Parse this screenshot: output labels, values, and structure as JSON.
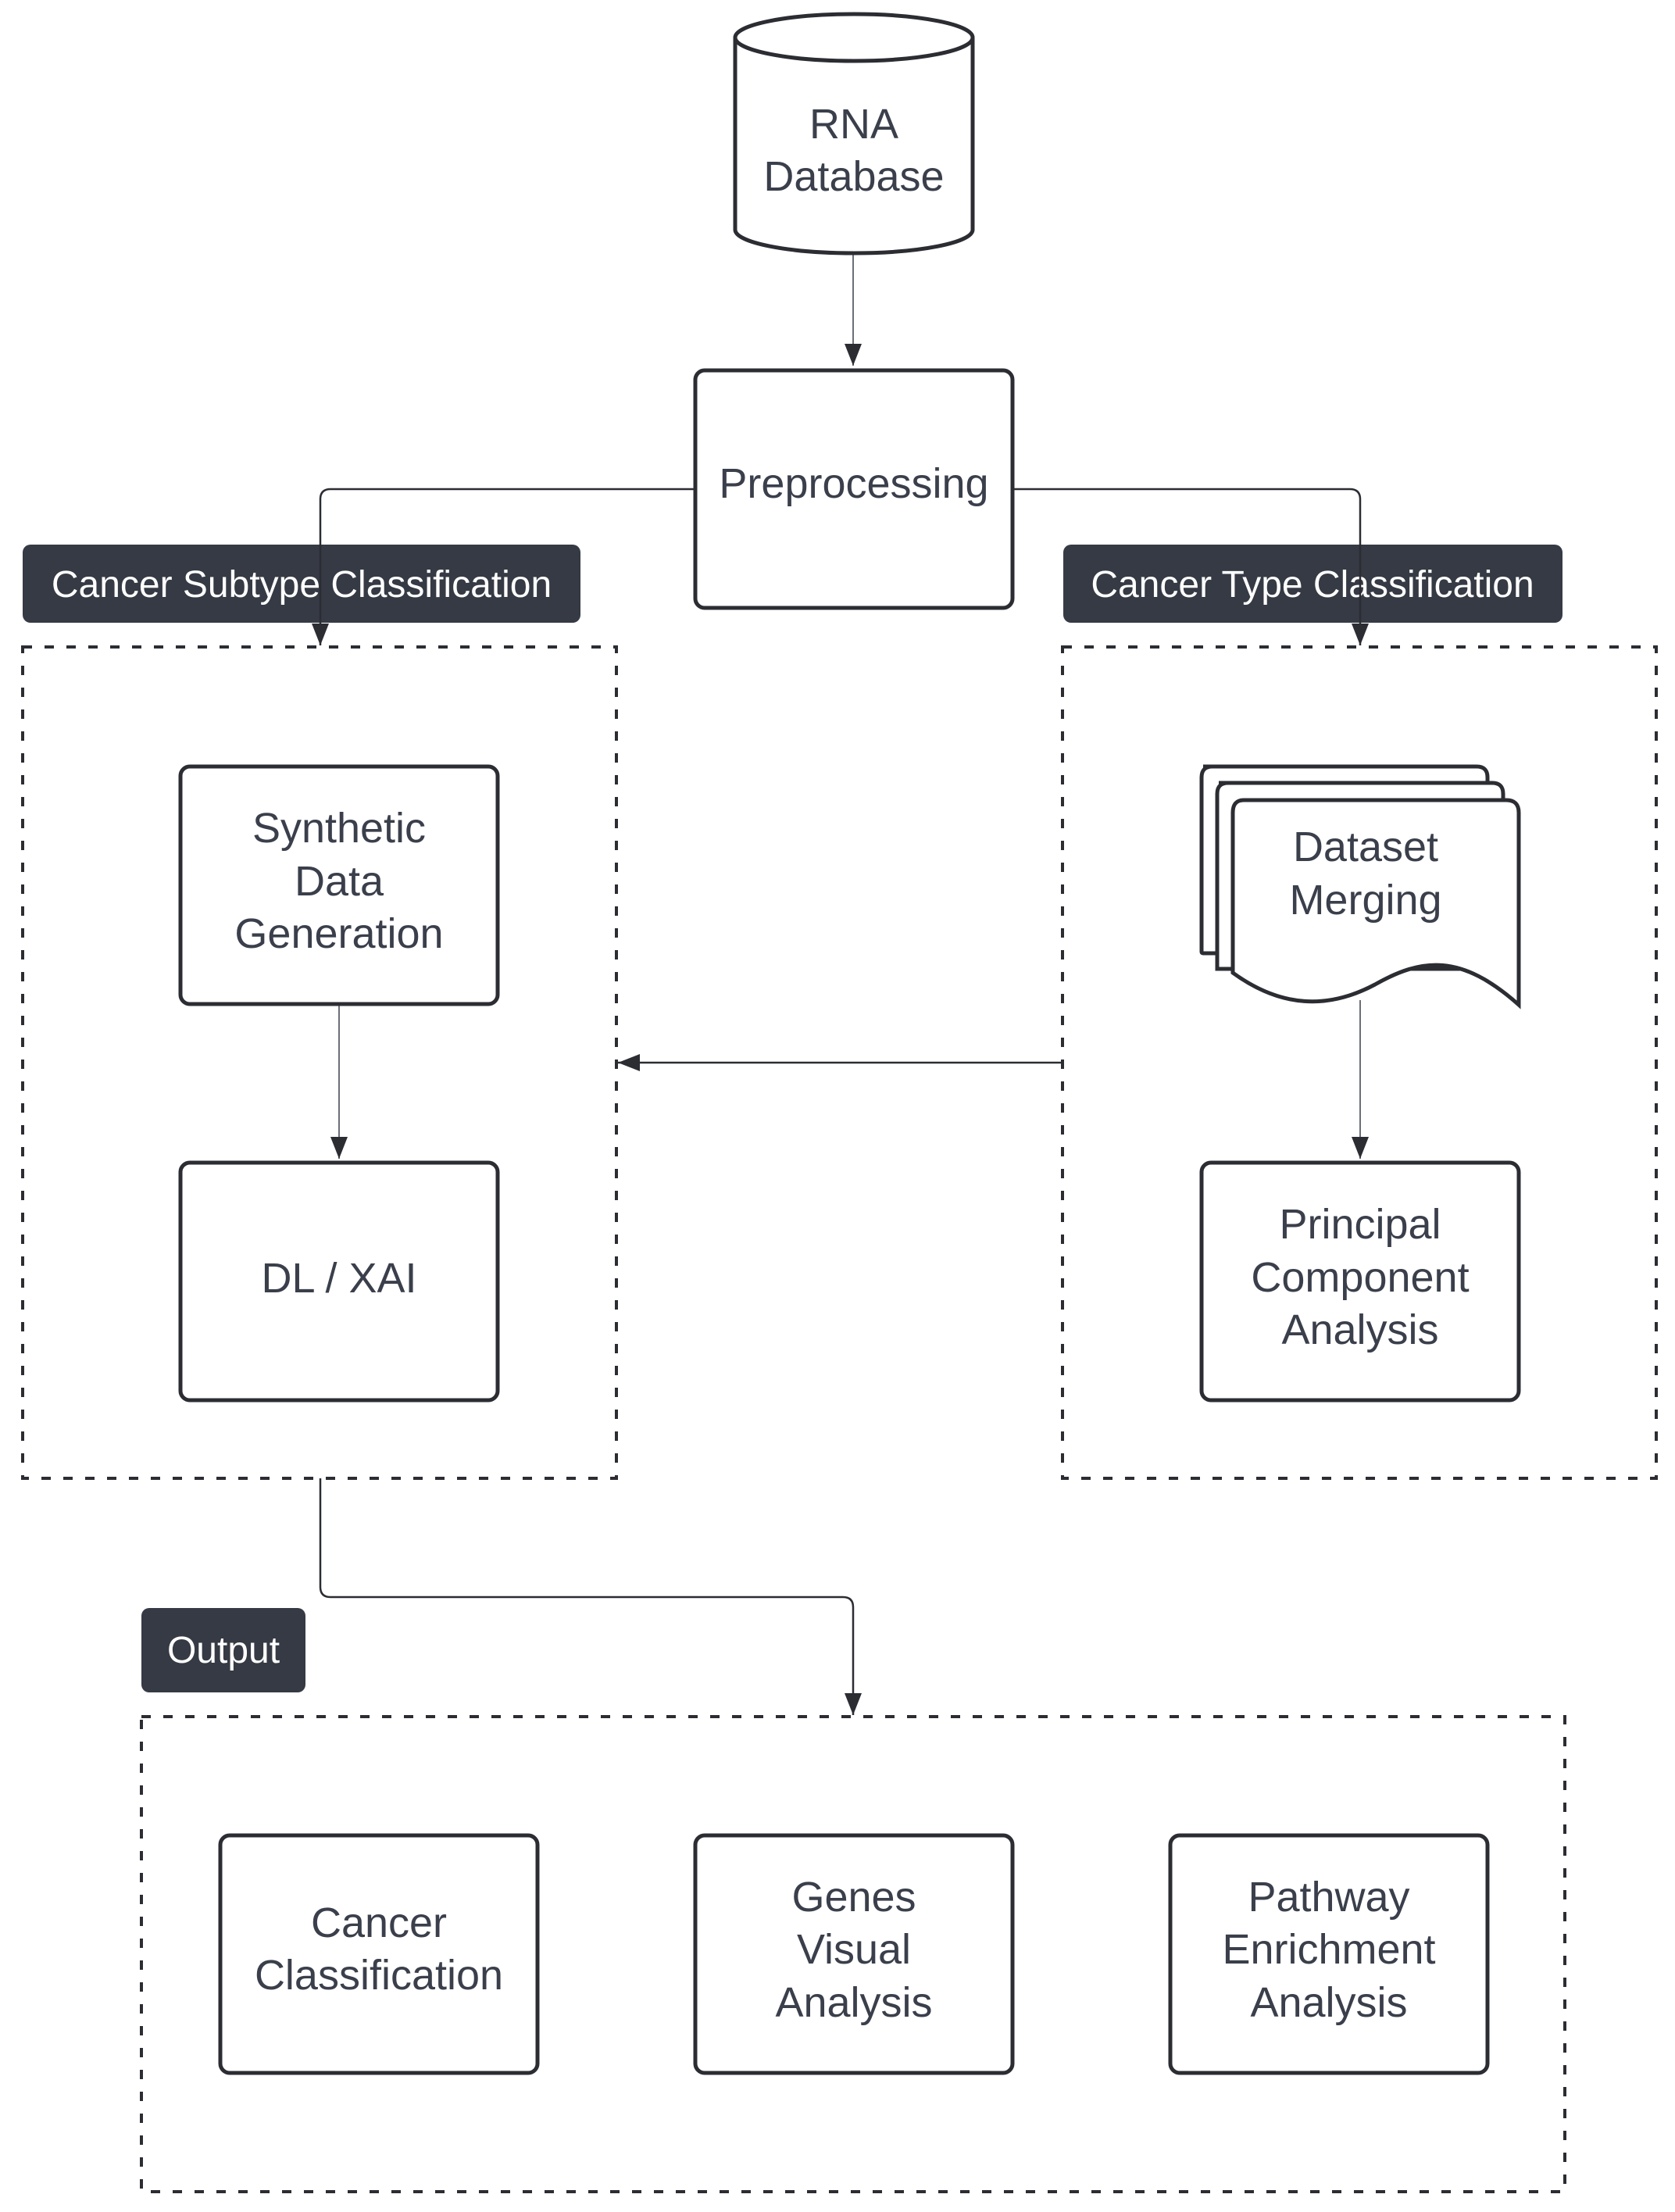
{
  "nodes": {
    "rna_database": [
      "RNA",
      "Database"
    ],
    "preprocessing": [
      "Preprocessing"
    ],
    "synthetic_data": [
      "Synthetic",
      "Data",
      "Generation"
    ],
    "dl_xai": [
      "DL / XAI"
    ],
    "dataset_merging": [
      "Dataset",
      "Merging"
    ],
    "pca": [
      "Principal",
      "Component",
      "Analysis"
    ],
    "cancer_classification": [
      "Cancer",
      "Classification"
    ],
    "genes_visual": [
      "Genes",
      "Visual",
      "Analysis"
    ],
    "pathway_enrichment": [
      "Pathway",
      "Enrichment",
      "Analysis"
    ]
  },
  "groups": {
    "subtype": "Cancer Subtype Classification",
    "type": "Cancer Type Classification",
    "output": "Output"
  },
  "colors": {
    "label_background": "#353a44",
    "stroke": "#2b2d33",
    "text": "#3a3f4b"
  }
}
